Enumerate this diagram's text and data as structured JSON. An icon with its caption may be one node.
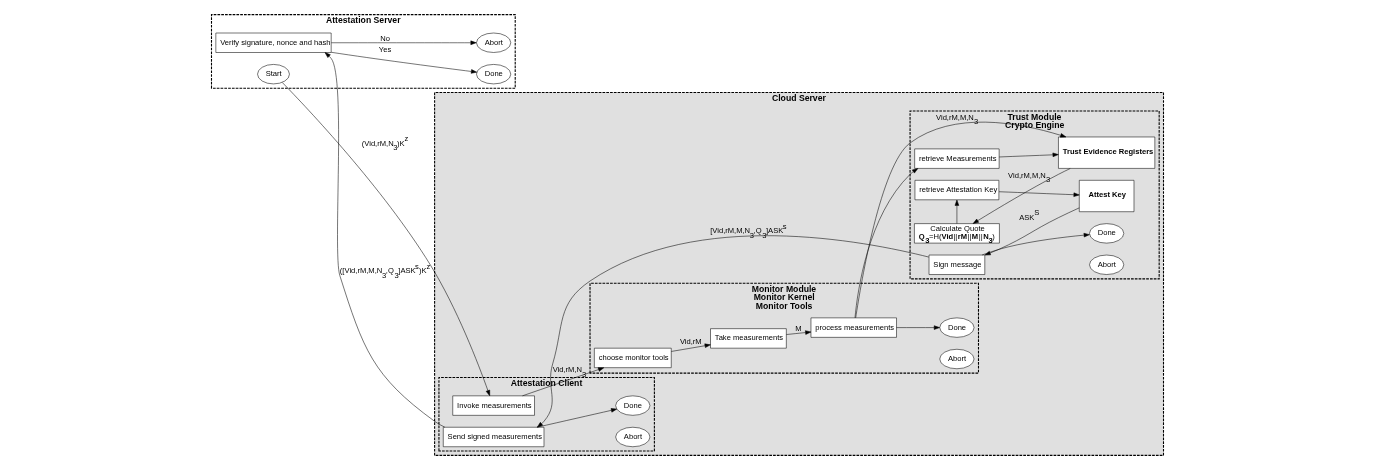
{
  "diagram": {
    "nodes": [
      {
        "text": [
          "Attestation Server"
        ]
      },
      {
        "text": [
          "Start"
        ],
        "in": 0
      },
      {
        "text": [
          "Verify signature, nonce and hash"
        ],
        "in": 0
      },
      {
        "text": [
          "Done"
        ],
        "in": 0
      },
      {
        "text": [
          "Abort"
        ],
        "in": 0
      },
      {
        "text": [
          "Cloud Server"
        ]
      },
      {
        "text": [
          "Attestation Client"
        ],
        "in": 5
      },
      {
        "text": [
          "Invoke measurements"
        ],
        "in": 6
      },
      {
        "text": [
          "Send signed measurements"
        ],
        "in": 6
      },
      {
        "text": [
          "Done"
        ],
        "in": 6
      },
      {
        "text": [
          "Abort"
        ],
        "in": 6
      },
      {
        "text": [
          "Monitor Module",
          "Monitor Kernel",
          "Monitor Tools"
        ],
        "in": 5
      },
      {
        "text": [
          "choose monitor tools"
        ],
        "in": 11
      },
      {
        "text": [
          "Take measurements"
        ],
        "in": 11
      },
      {
        "text": [
          "process measurements"
        ],
        "in": 11
      },
      {
        "text": [
          "Done"
        ],
        "in": 11
      },
      {
        "text": [
          "Abort"
        ],
        "in": 11
      },
      {
        "text": [
          "Trust Module",
          "Crypto Engine"
        ],
        "in": 5
      },
      {
        "text": [
          "retrieve Measurements"
        ],
        "in": 17
      },
      {
        "text": [
          "Trust Evidence Registers"
        ],
        "in": 17
      },
      {
        "text": [
          "Calculate Quote",
          "**Q$_{3}$**=H(**Vid**||**rM**||**M**||**N$_{3}$**)"
        ],
        "in": 17
      },
      {
        "text": [
          "retrieve Attestation Key"
        ],
        "in": 17
      },
      {
        "text": [
          "Attest Key"
        ],
        "in": 17
      },
      {
        "text": [
          "Sign message"
        ],
        "in": 17
      },
      {
        "text": [
          "Done"
        ],
        "in": 17
      },
      {
        "text": [
          "Abort"
        ],
        "in": 17
      }
    ],
    "edges": [
      {
        "from": 1,
        "to": 7,
        "arrow": "to",
        "label": "(Vid,rM,N$_{3}$)K$^{z}$"
      },
      {
        "from": 7,
        "to": 12,
        "arrow": "to",
        "label": "Vid,rM,N$_{3}$"
      },
      {
        "from": 12,
        "to": 13,
        "arrow": "to",
        "label": "Vid,rM"
      },
      {
        "from": 13,
        "to": 14,
        "arrow": "to",
        "label": "M"
      },
      {
        "from": 14,
        "to": 19,
        "arrow": "to",
        "label": "Vid,rM,M,N$_{3}$"
      },
      {
        "from": 14,
        "to": 18,
        "arrow": "to"
      },
      {
        "from": 18,
        "to": 19,
        "arrow": "to"
      },
      {
        "from": 19,
        "to": 20,
        "arrow": "to",
        "label": "Vid,rM,M,N$_{3}$"
      },
      {
        "from": 20,
        "to": 21,
        "arrow": "to"
      },
      {
        "from": 21,
        "to": 22,
        "arrow": "to"
      },
      {
        "from": 22,
        "to": 23,
        "arrow": "to",
        "label": "ASK$^{S}$"
      },
      {
        "from": 23,
        "to": 8,
        "arrow": "to",
        "label": "[Vid,rM,M,N$_{3}$,Q$_{3}$]ASK$^{s}$"
      },
      {
        "from": 8,
        "to": 2,
        "arrow": "to",
        "label": "([Vid,rM,M,N$_{3}$,Q$_{3}$]ASK$^{s}$)K$^{z}$"
      },
      {
        "from": 2,
        "to": 3,
        "arrow": "to",
        "label": "Yes"
      },
      {
        "from": 2,
        "to": 4,
        "arrow": "to",
        "label": "No"
      },
      {
        "from": 8,
        "to": 9,
        "arrow": "to"
      },
      {
        "from": 14,
        "to": 15,
        "arrow": "to"
      },
      {
        "from": 23,
        "to": 24,
        "arrow": "to"
      }
    ]
  }
}
